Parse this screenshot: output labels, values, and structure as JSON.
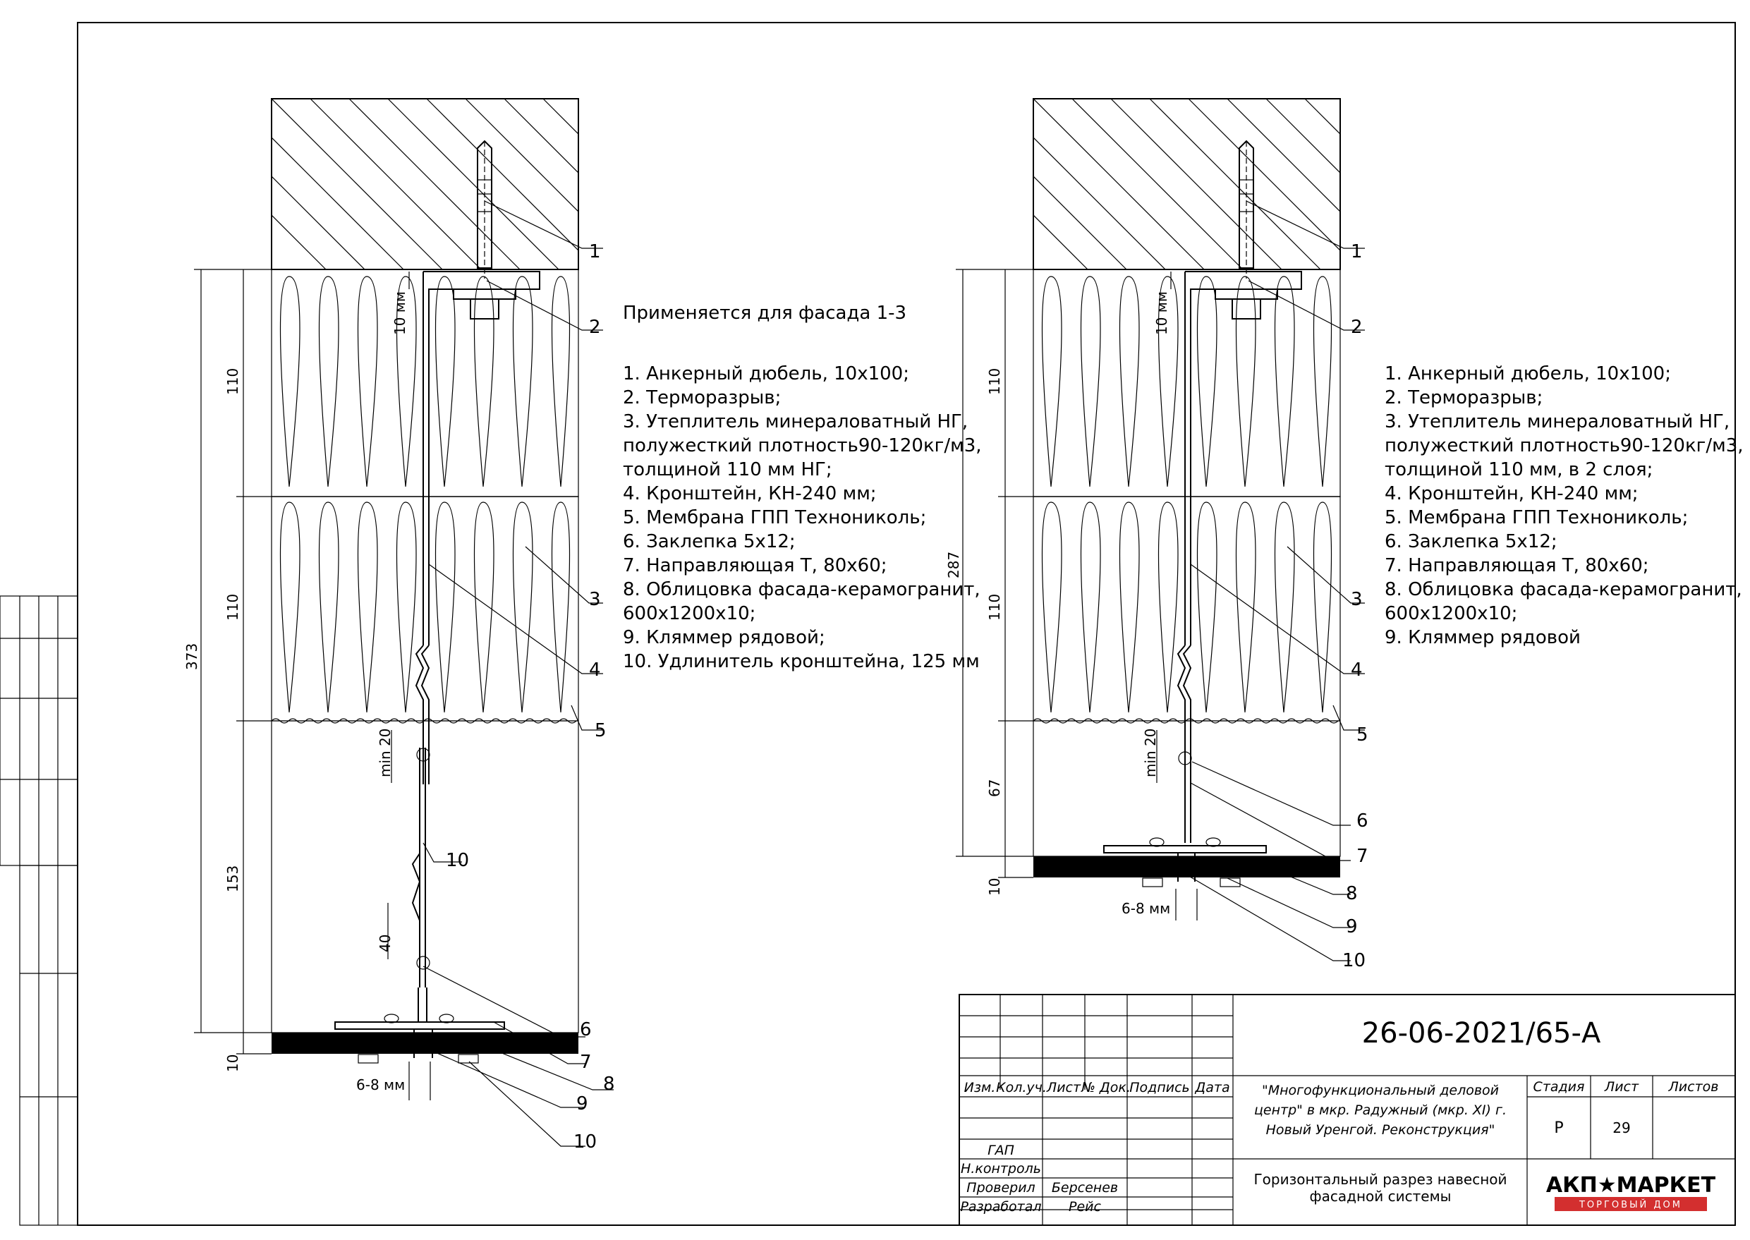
{
  "sheet": {
    "doc_code": "26-06-2021/65-А",
    "project_name": "\"Многофункциональный деловой центр\" в мкр. Радужный (мкр. XI) г. Новый Уренгой. Реконструкция\"",
    "drawing_title": "Горизонтальный разрез навесной фасадной системы",
    "stage_header": "Стадия",
    "sheet_header": "Лист",
    "sheets_header": "Листов",
    "stage_value": "Р",
    "sheet_value": "29",
    "sheets_value": "",
    "col_headers": [
      "Изм.",
      "Кол.уч.",
      "Лист",
      "№ Док.",
      "Подпись",
      "Дата"
    ],
    "roles": [
      {
        "role": "ГАП",
        "name": ""
      },
      {
        "role": "Н.контроль",
        "name": ""
      },
      {
        "role": "Проверил",
        "name": "Берсенев"
      },
      {
        "role": "Разработал",
        "name": "Рейс"
      }
    ],
    "logo_text": "АКП★МАРКЕТ",
    "logo_subtext": "ТОРГОВЫЙ ДОМ",
    "logo_color": "#d32f2f"
  },
  "left_detail": {
    "heading": "Применяется для фасада 1-3",
    "notes": [
      "1. Анкерный дюбель, 10х100;",
      "2. Терморазрыв;",
      "3. Утеплитель минераловатный НГ,",
      "полужесткий плотность90-120кг/м3,",
      "толщиной 110 мм НГ;",
      "4. Кронштейн, КН-240 мм;",
      "5. Мембрана ГПП Технониколь;",
      "6. Заклепка 5х12;",
      "7. Направляющая Т, 80х60;",
      "8. Облицовка фасада-керамогранит,",
      "600х1200х10;",
      "9. Кляммер рядовой;",
      "10. Удлинитель кронштейна, 125 мм"
    ],
    "dims": {
      "total": "373",
      "ins1": "110",
      "ins2": "110",
      "gap": "153",
      "tile": "10",
      "bracket": "10 мм",
      "min": "min 20",
      "ext": "40",
      "joint": "6-8 мм"
    },
    "callouts": [
      "1",
      "2",
      "3",
      "4",
      "5",
      "10",
      "6",
      "7",
      "8",
      "9",
      "10"
    ]
  },
  "right_detail": {
    "notes": [
      "1. Анкерный дюбель, 10х100;",
      "2. Терморазрыв;",
      "3. Утеплитель минераловатный НГ,",
      "полужесткий плотность90-120кг/м3,",
      "толщиной 110 мм, в 2 слоя;",
      "4. Кронштейн, КН-240 мм;",
      "5. Мембрана ГПП Технониколь;",
      "6. Заклепка 5х12;",
      "7. Направляющая Т, 80х60;",
      "8. Облицовка фасада-керамогранит,",
      "600х1200х10;",
      "9. Кляммер рядовой"
    ],
    "dims": {
      "total": "287",
      "ins1": "110",
      "ins2": "110",
      "gap": "67",
      "tile": "10",
      "bracket": "10 мм",
      "min": "min 20",
      "joint": "6-8 мм"
    },
    "callouts": [
      "1",
      "2",
      "3",
      "4",
      "5",
      "6",
      "7",
      "8",
      "9",
      "10"
    ]
  }
}
